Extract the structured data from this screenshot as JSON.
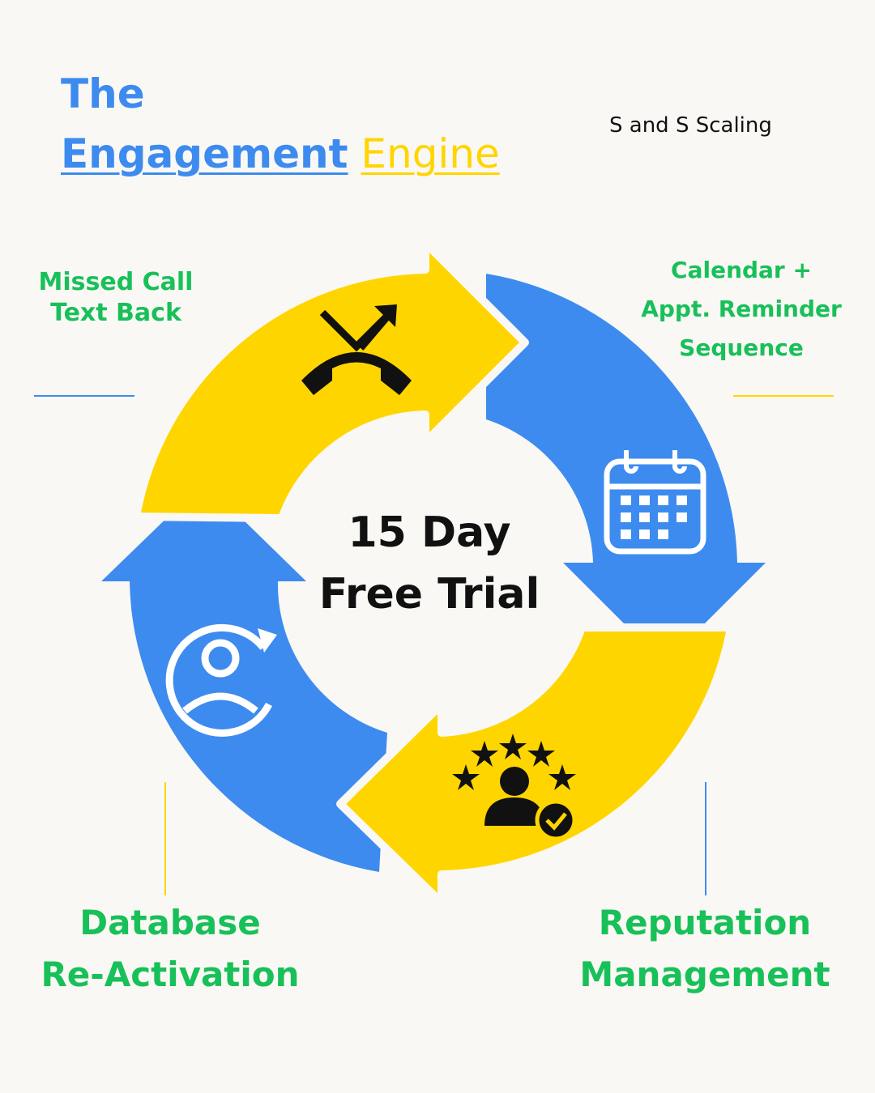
{
  "title": {
    "line1": "The",
    "word1": "Engagement",
    "word2": "Engine"
  },
  "brand": "S and S Scaling",
  "center": {
    "line1": "15 Day",
    "line2": "Free Trial"
  },
  "steps": [
    {
      "lines": [
        "Missed Call",
        "Text Back"
      ],
      "icon": "missed-call-icon",
      "color": "#ffd500"
    },
    {
      "lines": [
        "Calendar +",
        "Appt. Reminder",
        "Sequence"
      ],
      "icon": "calendar-icon",
      "color": "#3d8bef"
    },
    {
      "lines": [
        "Reputation",
        "Management"
      ],
      "icon": "reputation-stars-icon",
      "color": "#ffd500"
    },
    {
      "lines": [
        "Database",
        "Re-Activation"
      ],
      "icon": "user-refresh-icon",
      "color": "#3d8bef"
    }
  ],
  "colors": {
    "blue": "#3d8bef",
    "yellow": "#ffd500",
    "green": "#18c059",
    "background": "#faf8f4"
  }
}
